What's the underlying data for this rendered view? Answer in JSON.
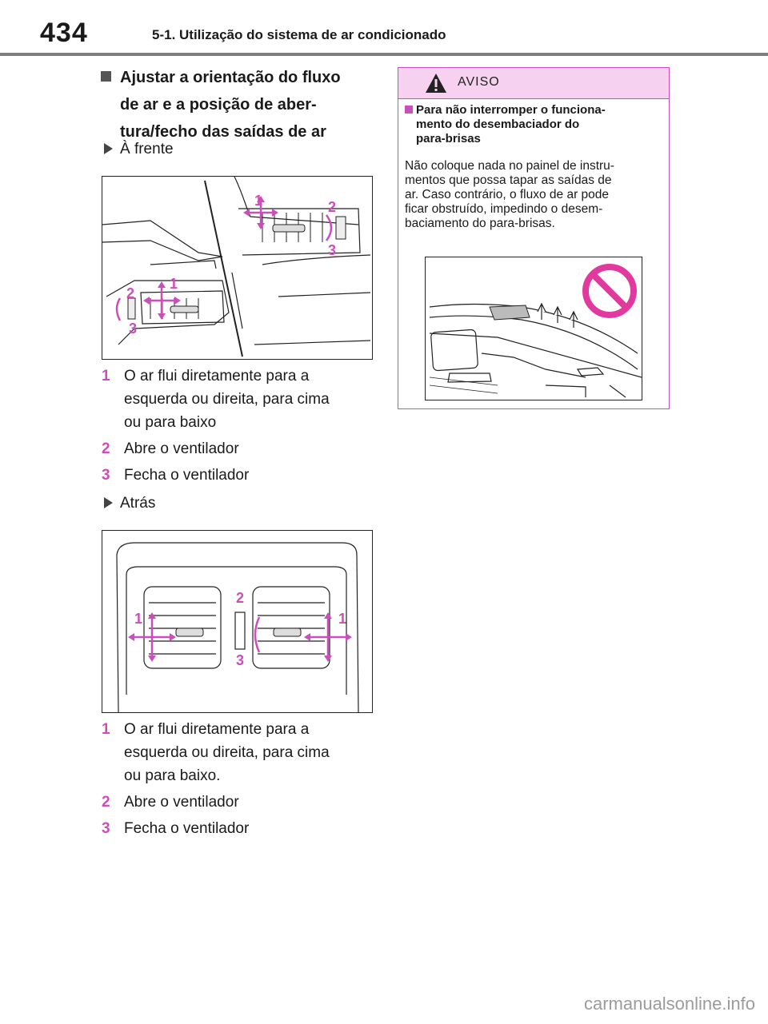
{
  "header": {
    "page_number": "434",
    "title": "5-1. Utilização do sistema de ar condicionado"
  },
  "section": {
    "title_lines": [
      "Ajustar a orientação do fluxo",
      "de ar e a posição de aber-",
      "tura/fecho das saídas de ar"
    ]
  },
  "front": {
    "label": "À frente",
    "callouts": [
      "1",
      "2",
      "3"
    ],
    "steps": [
      {
        "num": "1",
        "text_lines": [
          "O ar flui diretamente para a",
          "esquerda ou direita, para cima",
          "ou para baixo"
        ]
      },
      {
        "num": "2",
        "text_lines": [
          "Abre o ventilador"
        ]
      },
      {
        "num": "3",
        "text_lines": [
          "Fecha o ventilador"
        ]
      }
    ]
  },
  "rear": {
    "label": "Atrás",
    "callouts": [
      "1",
      "2",
      "3"
    ],
    "steps": [
      {
        "num": "1",
        "text_lines": [
          "O ar flui diretamente para a",
          "esquerda ou direita, para cima",
          "ou para baixo."
        ]
      },
      {
        "num": "2",
        "text_lines": [
          "Abre o ventilador"
        ]
      },
      {
        "num": "3",
        "text_lines": [
          "Fecha o ventilador"
        ]
      }
    ]
  },
  "warning": {
    "label": "AVISO",
    "subtitle_lines": [
      "Para não interromper o funciona-",
      "mento do desembaciador do",
      "para-brisas"
    ],
    "body_lines": [
      "Não coloque nada no painel de instru-",
      "mentos que possa tapar as saídas de",
      "ar. Caso contrário, o fluxo de ar pode",
      "ficar obstruído, impedindo o desem-",
      "baciamento do para-brisas."
    ]
  },
  "footer": {
    "url": "carmanualsonline.info"
  },
  "colors": {
    "accent": "#cc4ebb",
    "warning_bg": "#f7d1f0",
    "rule": "#7f7f7f",
    "prohibit": "#e2399e"
  }
}
